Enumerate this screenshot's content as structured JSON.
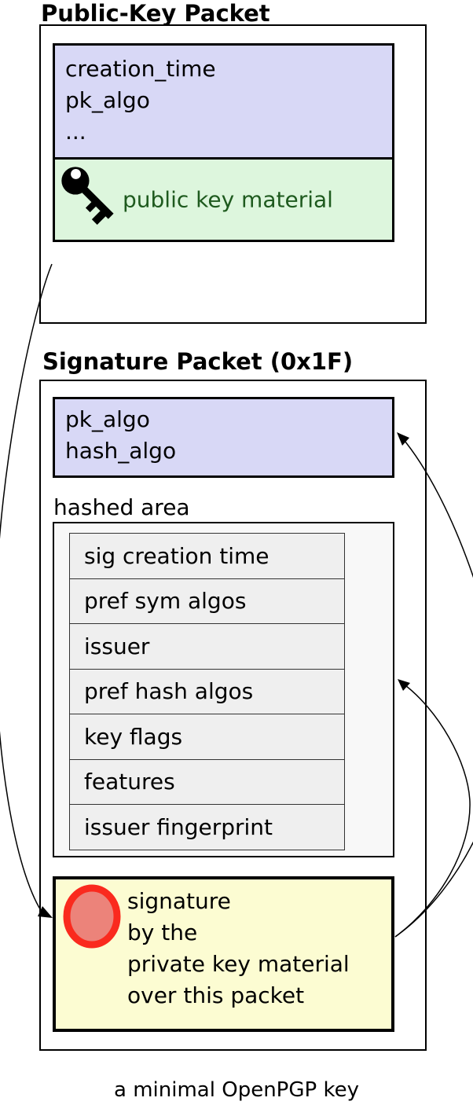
{
  "page": {
    "caption": "a minimal OpenPGP key"
  },
  "public_key_packet": {
    "title": "Public-Key Packet",
    "header_fields": [
      "creation_time",
      "pk_algo",
      "..."
    ],
    "material_label": "public key material",
    "icons": {
      "key": "key-icon"
    }
  },
  "signature_packet": {
    "title": "Signature Packet (0x1F)",
    "header_fields": [
      "pk_algo",
      "hash_algo"
    ],
    "hashed_area_label": "hashed area",
    "subpackets": [
      "sig creation time",
      "pref sym algos",
      "issuer",
      "pref hash algos",
      "key flags",
      "features",
      "issuer fingerprint"
    ],
    "signature_lines": [
      "signature",
      "by the",
      "private key material",
      "over this packet"
    ],
    "icons": {
      "seal": "seal-icon"
    }
  },
  "arrows": {
    "left": "public-key-packet-to-signature",
    "right_top": "signature-to-sig-header",
    "right_middle": "signature-to-hashed-area"
  },
  "colors": {
    "header_fill": "#d8d8f6",
    "key_material_fill": "#ddf6dd",
    "key_material_text": "#1e5a1e",
    "hashed_area_fill": "#f8f8f8",
    "subpacket_fill": "#efefef",
    "signature_fill": "#fcfcd2",
    "seal_ring": "#fa2a1e",
    "seal_fill": "#ec837a",
    "outline": "#000000"
  }
}
